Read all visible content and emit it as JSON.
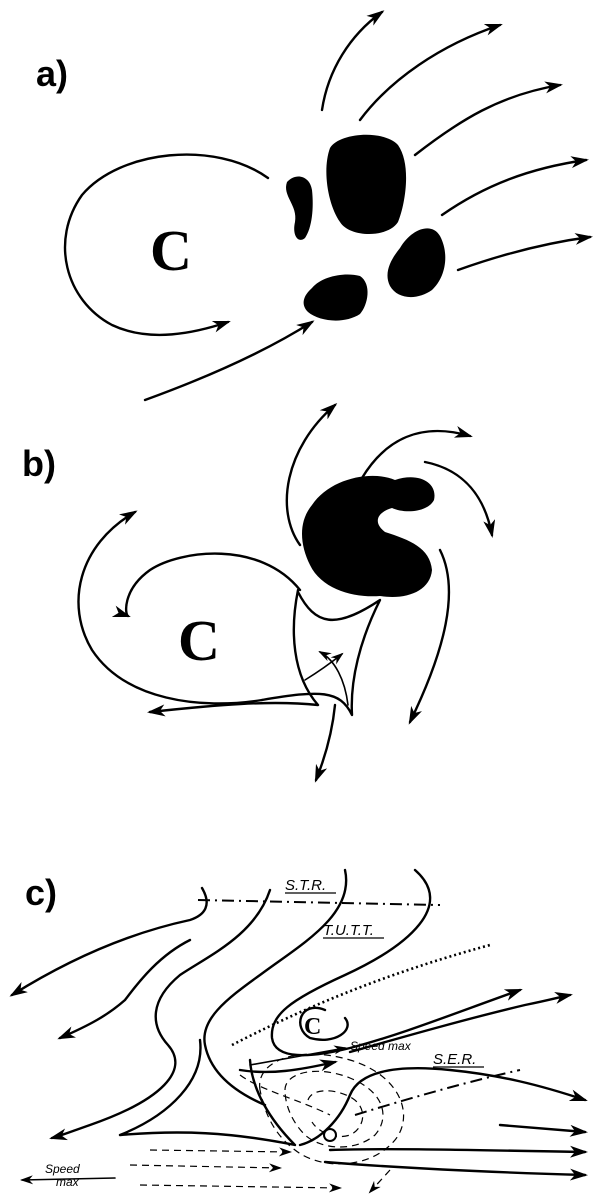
{
  "panels": [
    {
      "label": "a)",
      "center_label": "C"
    },
    {
      "label": "b)",
      "center_label": "C"
    },
    {
      "label": "c)",
      "center_label": "C",
      "annotations": {
        "str": "S.T.R.",
        "tutt": "T.U.T.T.",
        "ser": "S.E.R.",
        "speed_max_upper": "Speed  max",
        "speed_max_lower_1": "Speed",
        "speed_max_lower_2": "max"
      }
    }
  ],
  "colors": {
    "ink": "#000000",
    "background": "#ffffff"
  },
  "icons": {
    "streamline": "streamline-arrow-icon",
    "cloud": "convective-cloud-icon"
  }
}
